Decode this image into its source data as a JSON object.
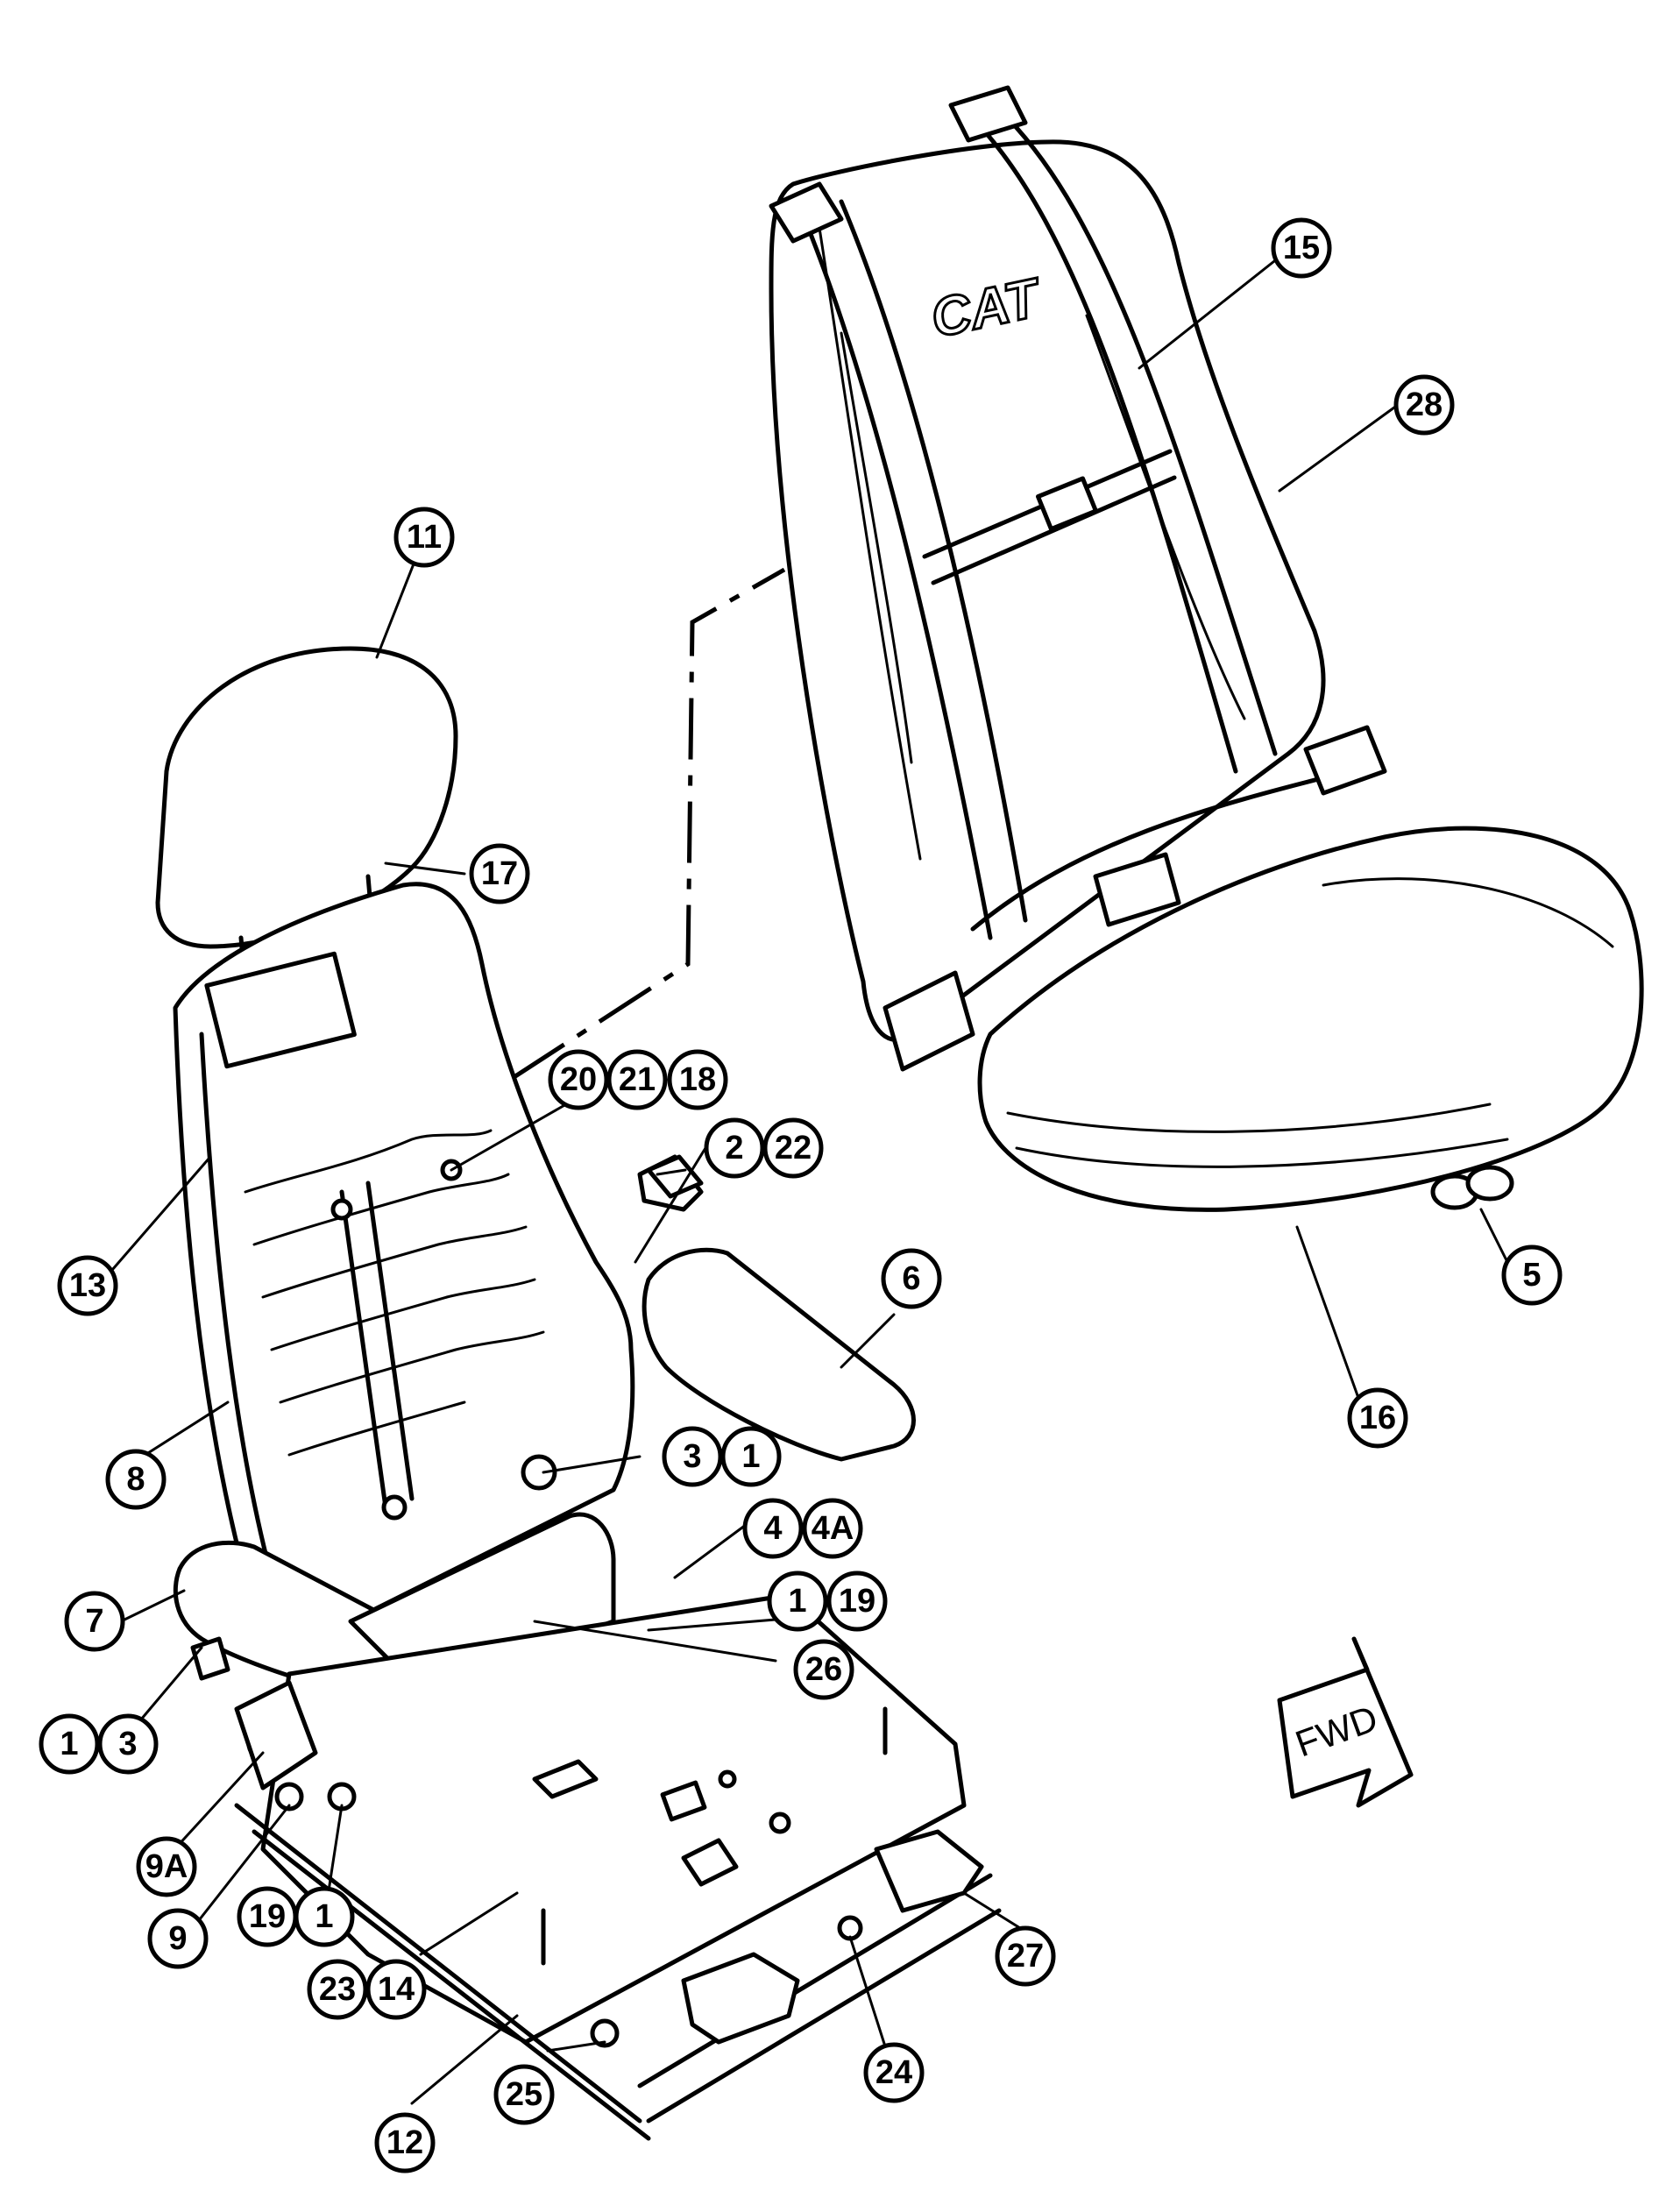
{
  "diagram": {
    "logo_text": "CAT",
    "direction_label": "FWD",
    "callouts": [
      {
        "id": "c15",
        "label": "15"
      },
      {
        "id": "c28",
        "label": "28"
      },
      {
        "id": "c11",
        "label": "11"
      },
      {
        "id": "c17",
        "label": "17"
      },
      {
        "id": "c20",
        "label": "20"
      },
      {
        "id": "c21",
        "label": "21"
      },
      {
        "id": "c18",
        "label": "18"
      },
      {
        "id": "c2",
        "label": "2"
      },
      {
        "id": "c22",
        "label": "22"
      },
      {
        "id": "c13",
        "label": "13"
      },
      {
        "id": "c6",
        "label": "6"
      },
      {
        "id": "c5",
        "label": "5"
      },
      {
        "id": "c16",
        "label": "16"
      },
      {
        "id": "c8",
        "label": "8"
      },
      {
        "id": "c3a",
        "label": "3"
      },
      {
        "id": "c1a",
        "label": "1"
      },
      {
        "id": "c4",
        "label": "4"
      },
      {
        "id": "c4A",
        "label": "4A"
      },
      {
        "id": "c7",
        "label": "7"
      },
      {
        "id": "c1b",
        "label": "1"
      },
      {
        "id": "c19a",
        "label": "19"
      },
      {
        "id": "c26",
        "label": "26"
      },
      {
        "id": "c1c",
        "label": "1"
      },
      {
        "id": "c3b",
        "label": "3"
      },
      {
        "id": "c9A",
        "label": "9A"
      },
      {
        "id": "c9",
        "label": "9"
      },
      {
        "id": "c19b",
        "label": "19"
      },
      {
        "id": "c1d",
        "label": "1"
      },
      {
        "id": "c23",
        "label": "23"
      },
      {
        "id": "c14",
        "label": "14"
      },
      {
        "id": "c27",
        "label": "27"
      },
      {
        "id": "c24",
        "label": "24"
      },
      {
        "id": "c25",
        "label": "25"
      },
      {
        "id": "c12",
        "label": "12"
      }
    ]
  }
}
